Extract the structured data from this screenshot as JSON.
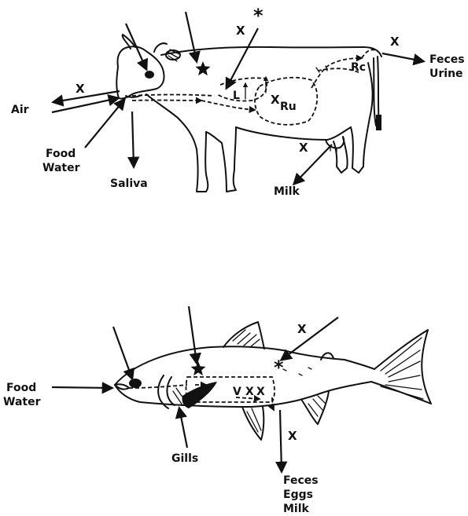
{
  "cow": {
    "air": "Air",
    "food": "Food",
    "water": "Water",
    "saliva": "Saliva",
    "milk": "Milk",
    "feces": "Feces",
    "urine": "Urine",
    "l": "L",
    "ru": "Ru",
    "rc": "Rc",
    "x": "X",
    "asterisk": "*"
  },
  "fish": {
    "food": "Food",
    "water": "Water",
    "gills": "Gills",
    "feces": "Feces",
    "eggs": "Eggs",
    "milk": "Milk",
    "v": "V",
    "x": "X",
    "asterisk": "*"
  }
}
